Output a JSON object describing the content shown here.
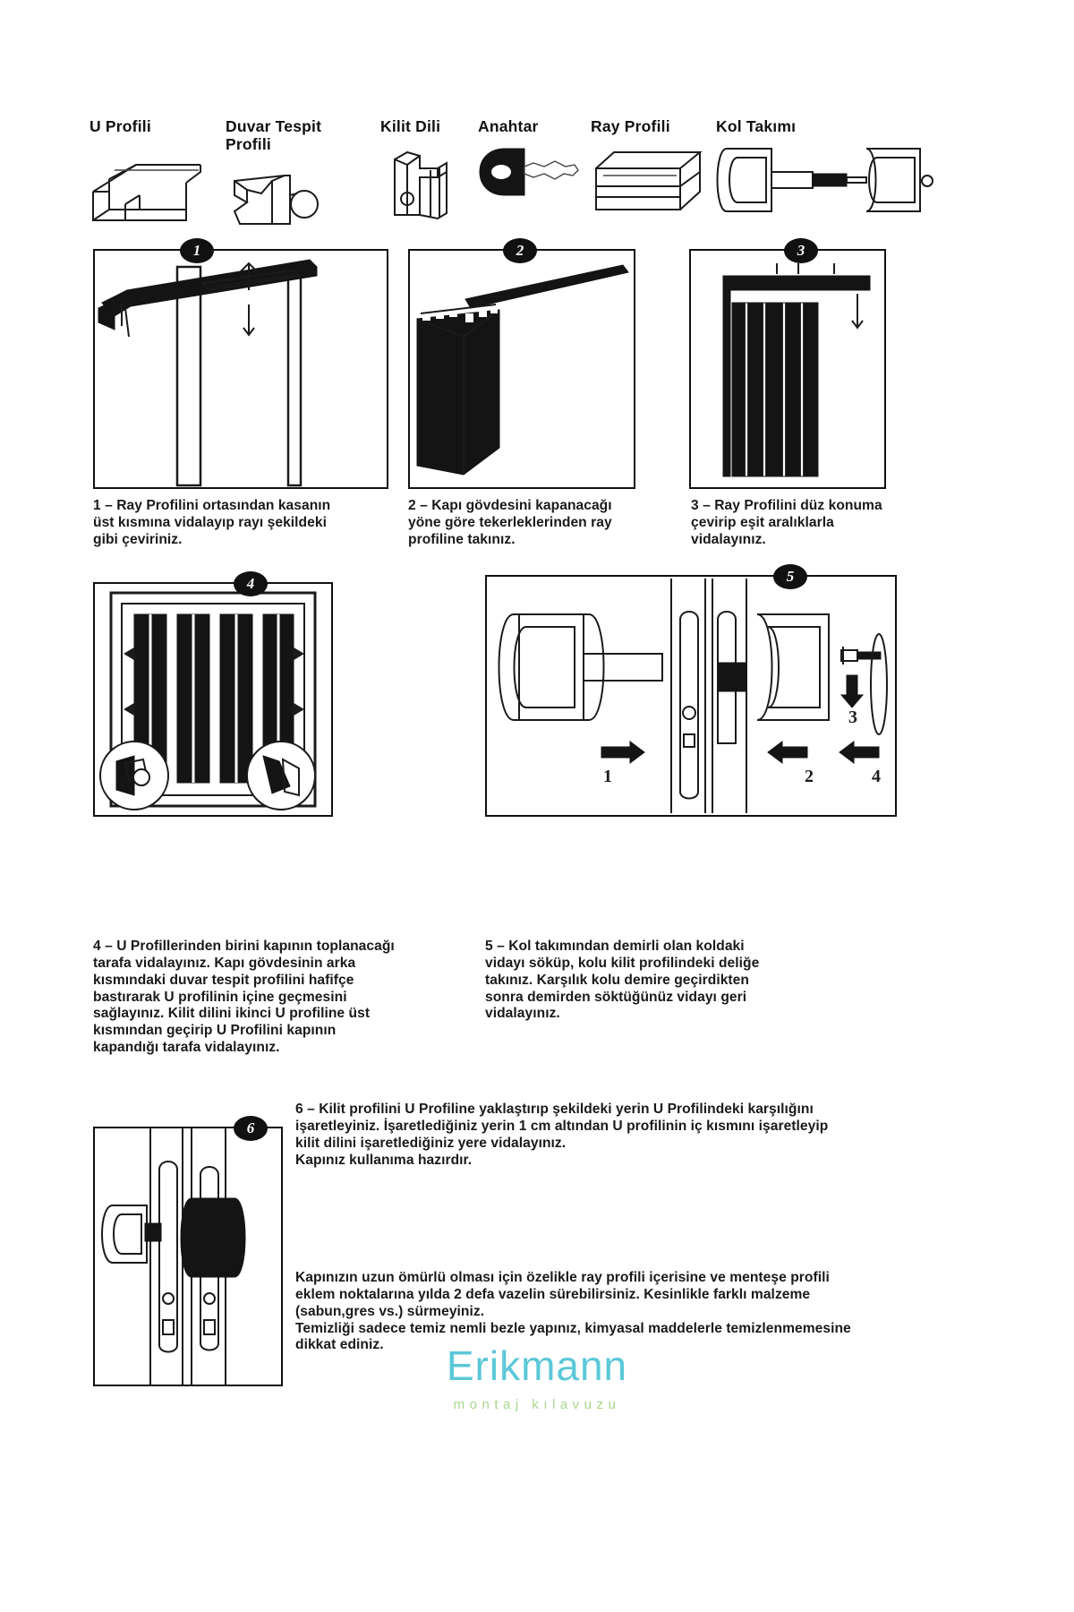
{
  "document": {
    "type": "installation-manual",
    "language": "tr",
    "brand": "Erikmann",
    "brand_subtitle": "montaj kılavuzu",
    "brand_color": "#5bc8d8",
    "brand_subtitle_color": "#a8d68f"
  },
  "parts": [
    {
      "id": "u-profili",
      "label": "U Profili",
      "icon": "u-profile-icon"
    },
    {
      "id": "duvar-tespit-profili",
      "label": "Duvar Tespit\nProfili",
      "icon": "wall-mount-profile-icon"
    },
    {
      "id": "kilit-dili",
      "label": "Kilit Dili",
      "icon": "lock-tongue-icon"
    },
    {
      "id": "anahtar",
      "label": "Anahtar",
      "icon": "key-icon"
    },
    {
      "id": "ray-profili",
      "label": "Ray Profili",
      "icon": "rail-profile-icon"
    },
    {
      "id": "kol-takimi",
      "label": "Kol Takımı",
      "icon": "handle-set-icon"
    }
  ],
  "steps": [
    {
      "number": "1",
      "caption": "1 – Ray Profilini ortasından kasanın\nüst kısmına vidalayıp rayı şekildeki\ngibi çeviriniz."
    },
    {
      "number": "2",
      "caption": "2 – Kapı gövdesini kapanacağı\nyöne göre tekerleklerinden ray\nprofiline takınız."
    },
    {
      "number": "3",
      "caption": "3 – Ray Profilini düz konuma\nçevirip eşit aralıklarla\nvidalayınız."
    },
    {
      "number": "4",
      "caption": "4 – U Profillerinden birini kapının toplanacağı\ntarafa vidalayınız. Kapı gövdesinin arka\nkısmındaki duvar tespit profilini hafifçe\nbastırarak U profilinin içine geçmesini\nsağlayınız. Kilit dilini ikinci U profiline üst\nkısmından geçirip U Profilini kapının\nkapandığı tarafa vidalayınız."
    },
    {
      "number": "5",
      "caption": "5 – Kol takımından demirli olan koldaki\nvidayı söküp, kolu kilit profilindeki deliğe\ntakınız. Karşılık kolu demire geçirdikten\nsonra demirden söktüğünüz vidayı geri\nvidalayınız.",
      "callouts": [
        "1",
        "2",
        "3",
        "4"
      ]
    },
    {
      "number": "6",
      "caption": "6 – Kilit profilini U Profiline yaklaştırıp şekildeki yerin U Profilindeki karşılığını\nişaretleyiniz. İşaretlediğiniz yerin 1 cm altından U profilinin iç kısmını işaretleyip\nkilit dilini işaretlediğiniz yere vidalayınız.\nKapınız kullanıma hazırdır."
    }
  ],
  "maintenance": {
    "paragraph": "Kapınızın uzun ömürlü olması için özelikle ray profili içerisine ve menteşe profili\neklem noktalarına yılda 2 defa vazelin sürebilirsiniz. Kesinlikle farklı malzeme\n(sabun,gres vs.) sürmeyiniz.\nTemizliği sadece temiz nemli bezle yapınız, kimyasal maddelerle temizlenmemesine\ndikkat ediniz."
  }
}
